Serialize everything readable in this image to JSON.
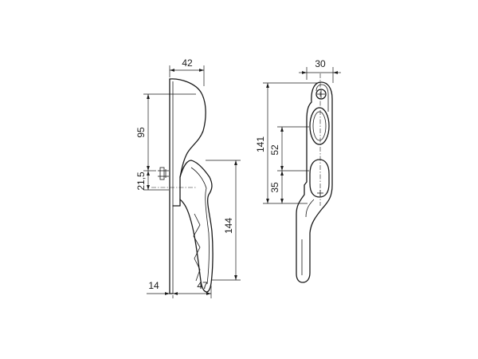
{
  "dimensions": {
    "side_top_width": "42",
    "side_upper_height": "95",
    "side_axis_offset": "21,5",
    "side_lever_length": "144",
    "side_base_depth": "14",
    "side_lever_depth": "47",
    "front_width": "30",
    "front_total_height": "141",
    "front_oval_spacing": "52",
    "front_lower_offset": "35"
  },
  "colors": {
    "line": "#1a1a1a",
    "background": "#ffffff"
  }
}
